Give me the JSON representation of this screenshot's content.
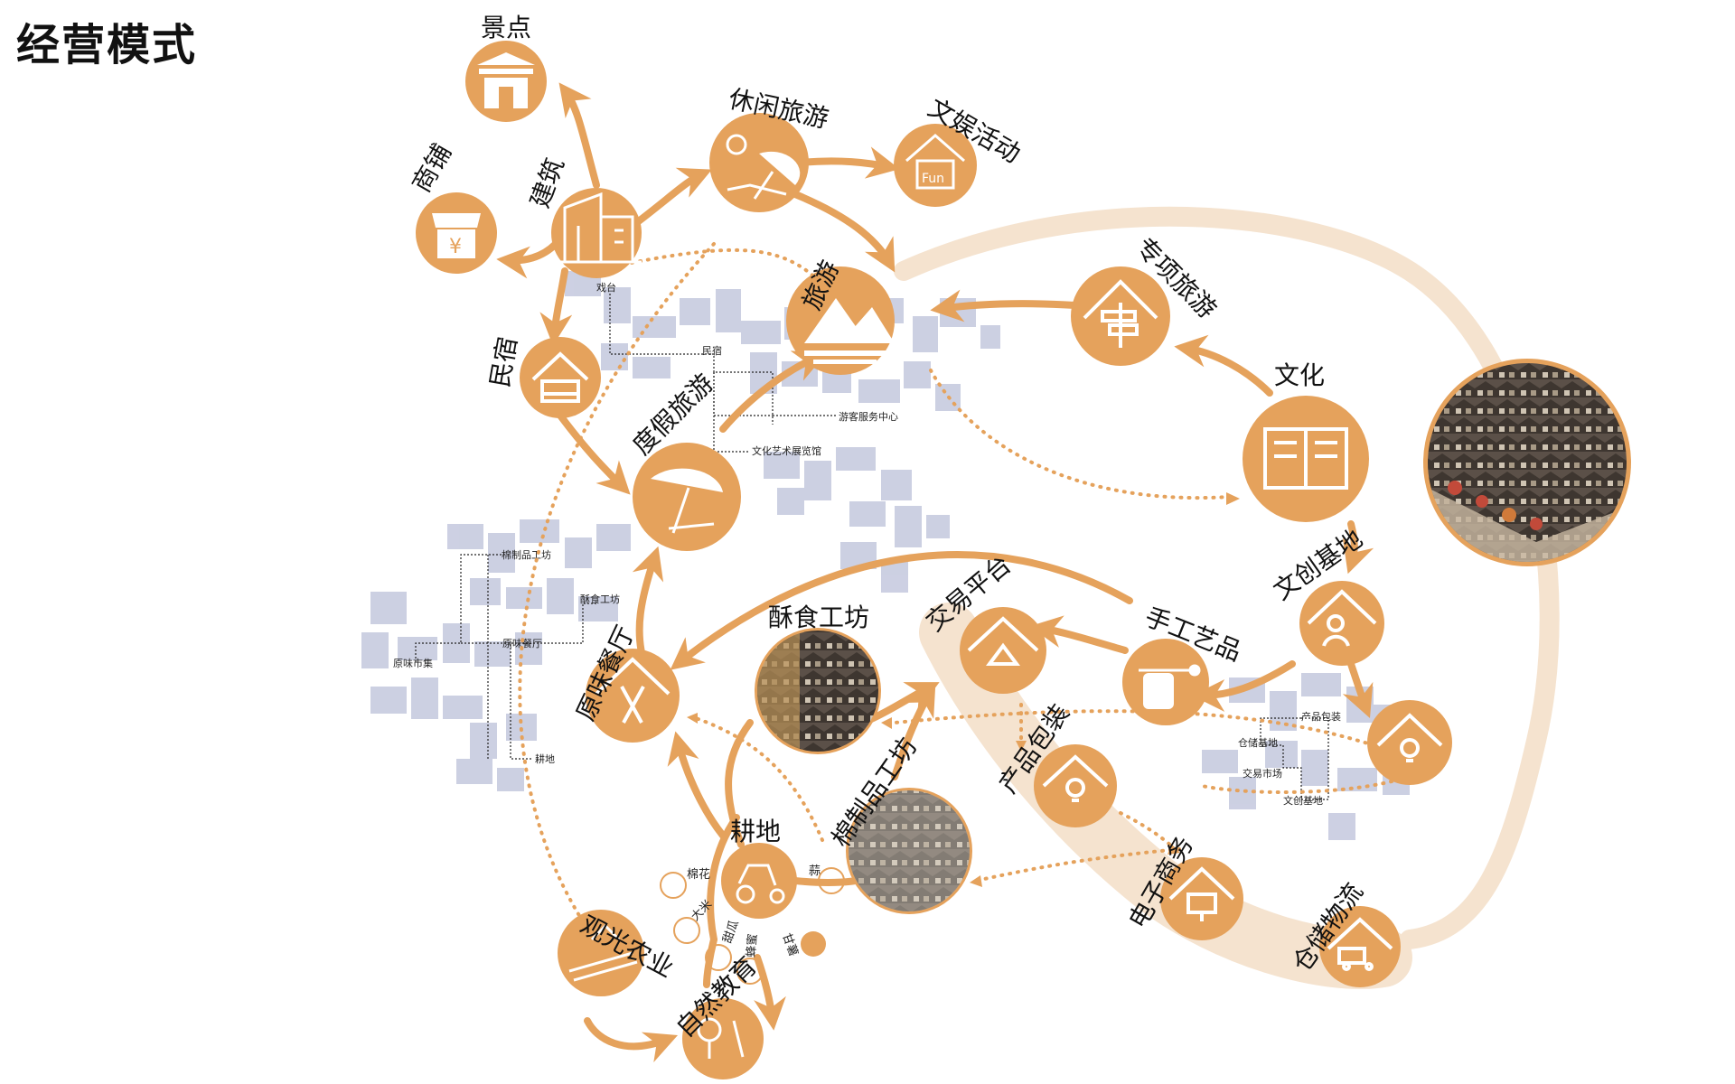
{
  "title": "经营模式",
  "colors": {
    "accent": "#E5A25C",
    "band": "#F5E3CF",
    "buildings": "#C4C8DE",
    "icon": "#ffffff",
    "text": "#111111"
  },
  "nodes": [
    {
      "id": "jingdian",
      "label": "景点",
      "icon": "gate-icon"
    },
    {
      "id": "shangpu",
      "label": "商铺",
      "icon": "shop-yuan-icon"
    },
    {
      "id": "jianzhu",
      "label": "建筑",
      "icon": "building-icon"
    },
    {
      "id": "xiuxian",
      "label": "休闲旅游",
      "icon": "sun-umbrella-icon"
    },
    {
      "id": "wenyu",
      "label": "文娱活动",
      "icon": "fun-calendar-icon"
    },
    {
      "id": "lvyou",
      "label": "旅游",
      "icon": "mountain-icon"
    },
    {
      "id": "minsu",
      "label": "民宿",
      "icon": "house-bed-icon"
    },
    {
      "id": "zhuanxiang",
      "label": "专项旅游",
      "icon": "house-signpost-icon"
    },
    {
      "id": "wenhua",
      "label": "文化",
      "icon": "book-icon"
    },
    {
      "id": "dujia",
      "label": "度假旅游",
      "icon": "beach-umbrella-icon"
    },
    {
      "id": "yuanwei",
      "label": "原味餐厅",
      "icon": "house-cutlery-icon"
    },
    {
      "id": "sushi",
      "label": "酥食工坊",
      "icon": "photo-village-icon"
    },
    {
      "id": "jiaoyi",
      "label": "交易平台",
      "icon": "house-recycle-icon"
    },
    {
      "id": "shougong",
      "label": "手工艺品",
      "icon": "hand-wheat-icon"
    },
    {
      "id": "wenchuang",
      "label": "文创基地",
      "icon": "house-person-icon"
    },
    {
      "id": "idea",
      "label": "",
      "icon": "house-lightbulb-icon"
    },
    {
      "id": "chanpin",
      "label": "产品包装",
      "icon": "house-bulb-icon"
    },
    {
      "id": "mianzhi",
      "label": "棉制品工坊",
      "icon": "photo-village-icon"
    },
    {
      "id": "gengdi",
      "label": "耕地",
      "icon": "tractor-icon"
    },
    {
      "id": "dianzi",
      "label": "电子商务",
      "icon": "house-computer-icon"
    },
    {
      "id": "guanguang",
      "label": "观光农业",
      "icon": "field-icon"
    },
    {
      "id": "ziran",
      "label": "自然教育",
      "icon": "trees-pencil-icon"
    },
    {
      "id": "cangchu",
      "label": "仓储物流",
      "icon": "house-truck-icon"
    },
    {
      "id": "photo",
      "label": "",
      "icon": "photo-village-icon"
    }
  ],
  "fun_text": "Fun",
  "crops": [
    "棉花",
    "大米",
    "甜瓜",
    "蜂蜜",
    "甘薯",
    "蒜"
  ],
  "map_labels_upper": [
    "戏台",
    "民宿",
    "游客服务中心",
    "文化艺术展览馆"
  ],
  "map_labels_left": [
    "棉制品工坊",
    "酥食工坊",
    "原味餐厅",
    "原味市集",
    "耕地"
  ],
  "map_labels_right": [
    "产品包装",
    "仓储基地",
    "交易市场",
    "文创基地"
  ]
}
